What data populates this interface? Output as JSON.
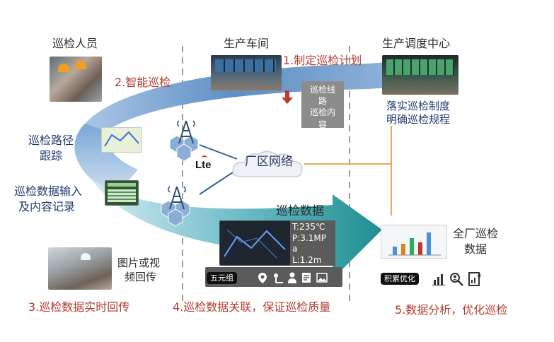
{
  "labels": {
    "inspector_title": "巡检人员",
    "workshop_title": "生产车间",
    "dispatch_title": "生产调度中心",
    "step1": "1.制定巡检计划",
    "step2": "2.智能巡检",
    "step3": "3.巡检数据实时回传",
    "step4": "4.巡检数据关联，保证巡检质量",
    "step5": "5.数据分析，优化巡检",
    "route_box_line1": "巡检线",
    "route_box_line2": "路",
    "route_box_line3": "巡检内",
    "route_box_line4": "容",
    "dispatch_line1": "落实巡检制度",
    "dispatch_line2": "明确巡检规程",
    "track_line1": "巡检路径",
    "track_line2": "跟踪",
    "input_line1": "巡检数据输入",
    "input_line2": "及内容记录",
    "photo_line1": "图片或视",
    "photo_line2": "频回传",
    "network": "厂区网络",
    "lte": "Lte",
    "inspection_data": "巡检数据",
    "plant_data_line1": "全厂巡检",
    "plant_data_line2": "数据",
    "sensor_t": "T:235℃",
    "sensor_p": "P:3.1MP",
    "sensor_a": "a",
    "sensor_l": "L:1.2m",
    "five_element": "五元组",
    "accumulate": "积累优化"
  },
  "icons": [
    "tower-icon",
    "tower-icon",
    "cloud-icon",
    "location-icon",
    "user-icon",
    "note-icon",
    "image-icon",
    "bar-chart-icon",
    "search-people-icon",
    "report-icon"
  ],
  "colors": {
    "arc_blue": "#7aa7d6",
    "arrow_teal": "#2a9a9a",
    "red_text": "#b33a2f",
    "navy_text": "#1f3a6b",
    "orange_line": "#f2a65a",
    "gray_box": "#8c8c8c"
  }
}
